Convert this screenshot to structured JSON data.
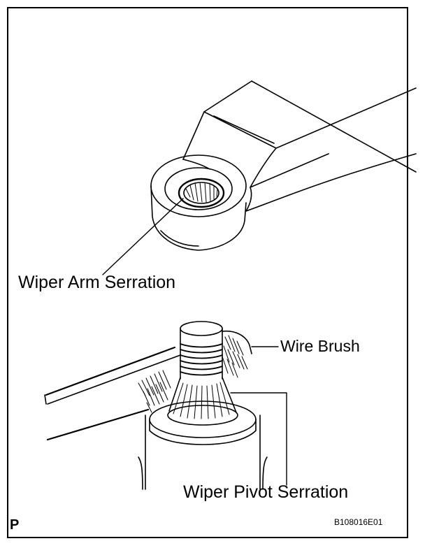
{
  "labels": {
    "wiper_arm_serration": "Wiper Arm Serration",
    "wire_brush": "Wire Brush",
    "wiper_pivot_serration": "Wiper Pivot Serration",
    "corner_mark": "P",
    "figure_code": "B108016E01"
  }
}
